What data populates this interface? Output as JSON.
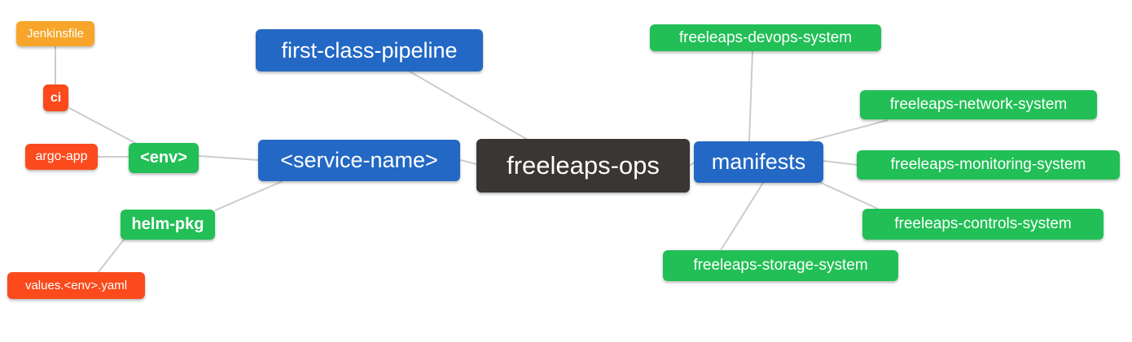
{
  "diagram": {
    "title": "freeleaps-ops mind map",
    "type": "mind-map",
    "root": "freeleaps-ops"
  },
  "palette": {
    "blue": "#2368C4",
    "green": "#21BF55",
    "red": "#FB4A1C",
    "orange": "#F7A62B",
    "dark": "#3A3633",
    "line": "#CCCCCC",
    "node_text": "#FFFFFF",
    "background": "#FFFFFF"
  },
  "nodes": [
    {
      "id": "jenkinsfile",
      "label": "Jenkinsfile",
      "color": "orange"
    },
    {
      "id": "ci",
      "label": "ci",
      "color": "red"
    },
    {
      "id": "argo-app",
      "label": "argo-app",
      "color": "red"
    },
    {
      "id": "env",
      "label": "<env>",
      "color": "green"
    },
    {
      "id": "first-class-pipeline",
      "label": "first-class-pipeline",
      "color": "blue"
    },
    {
      "id": "service-name",
      "label": "<service-name>",
      "color": "blue"
    },
    {
      "id": "freeleaps-ops",
      "label": "freeleaps-ops",
      "color": "dark"
    },
    {
      "id": "helm-pkg",
      "label": "helm-pkg",
      "color": "green"
    },
    {
      "id": "values-env-yaml",
      "label": "values.<env>.yaml",
      "color": "red"
    },
    {
      "id": "manifests",
      "label": "manifests",
      "color": "blue"
    },
    {
      "id": "freeleaps-devops-system",
      "label": "freeleaps-devops-system",
      "color": "green"
    },
    {
      "id": "freeleaps-network-system",
      "label": "freeleaps-network-system",
      "color": "green"
    },
    {
      "id": "freeleaps-monitoring-system",
      "label": "freeleaps-monitoring-system",
      "color": "green"
    },
    {
      "id": "freeleaps-controls-system",
      "label": "freeleaps-controls-system",
      "color": "green"
    },
    {
      "id": "freeleaps-storage-system",
      "label": "freeleaps-storage-system",
      "color": "green"
    }
  ],
  "edges": [
    {
      "from": "jenkinsfile",
      "to": "ci"
    },
    {
      "from": "ci",
      "to": "env"
    },
    {
      "from": "argo-app",
      "to": "env"
    },
    {
      "from": "env",
      "to": "service-name"
    },
    {
      "from": "service-name",
      "to": "helm-pkg"
    },
    {
      "from": "values-env-yaml",
      "to": "helm-pkg"
    },
    {
      "from": "service-name",
      "to": "freeleaps-ops"
    },
    {
      "from": "first-class-pipeline",
      "to": "freeleaps-ops"
    },
    {
      "from": "freeleaps-ops",
      "to": "manifests"
    },
    {
      "from": "manifests",
      "to": "freeleaps-devops-system"
    },
    {
      "from": "manifests",
      "to": "freeleaps-network-system"
    },
    {
      "from": "manifests",
      "to": "freeleaps-monitoring-system"
    },
    {
      "from": "manifests",
      "to": "freeleaps-controls-system"
    },
    {
      "from": "manifests",
      "to": "freeleaps-storage-system"
    }
  ]
}
